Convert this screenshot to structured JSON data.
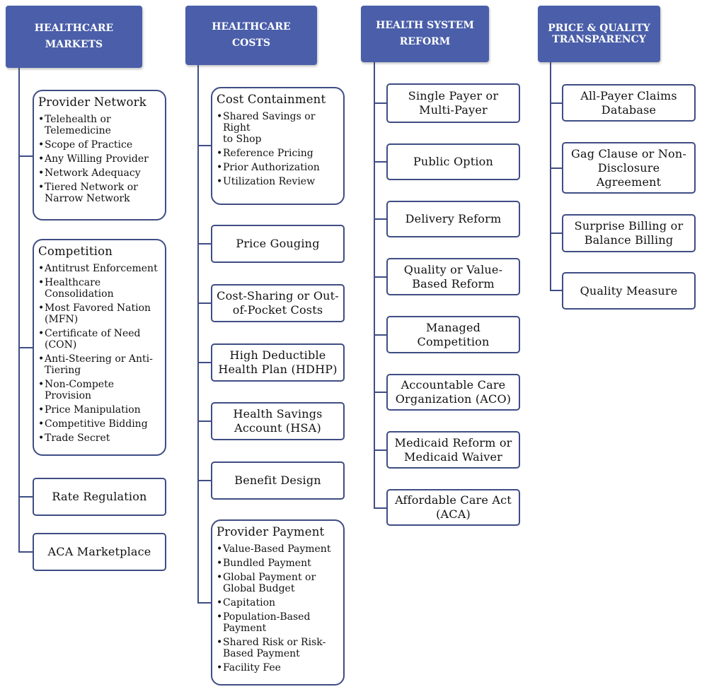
{
  "columns": {
    "markets": {
      "header": "HEALTHCARE\nMARKETS",
      "provider_network": {
        "title": "Provider Network",
        "items": [
          "Telehealth or\nTelemedicine",
          "Scope of Practice",
          "Any Willing Provider",
          "Network Adequacy",
          "Tiered Network or\nNarrow Network"
        ]
      },
      "competition": {
        "title": "Competition",
        "items": [
          "Antitrust Enforcement",
          "Healthcare\nConsolidation",
          "Most Favored Nation\n(MFN)",
          "Certificate of Need\n(CON)",
          "Anti-Steering or Anti-\nTiering",
          "Non-Compete\nProvision",
          "Price Manipulation",
          "Competitive Bidding",
          "Trade Secret"
        ]
      },
      "rate_regulation": "Rate Regulation",
      "aca_marketplace": "ACA Marketplace"
    },
    "costs": {
      "header": "HEALTHCARE\nCOSTS",
      "cost_containment": {
        "title": "Cost Containment",
        "items": [
          "Shared Savings or Right\nto Shop",
          "Reference Pricing",
          "Prior Authorization",
          "Utilization Review"
        ]
      },
      "price_gouging": "Price Gouging",
      "cost_sharing": "Cost-Sharing or Out-\nof-Pocket Costs",
      "hdhp": "High Deductible\nHealth Plan (HDHP)",
      "hsa": "Health Savings\nAccount (HSA)",
      "benefit_design": "Benefit Design",
      "provider_payment": {
        "title": "Provider Payment",
        "items": [
          "Value-Based Payment",
          "Bundled Payment",
          "Global Payment or\nGlobal Budget",
          "Capitation",
          "Population-Based\nPayment",
          "Shared Risk or Risk-\nBased Payment",
          "Facility Fee"
        ]
      }
    },
    "reform": {
      "header": "HEALTH SYSTEM\nREFORM",
      "items": [
        "Single Payer or\nMulti-Payer",
        "Public Option",
        "Delivery Reform",
        "Quality or Value-\nBased Reform",
        "Managed Competition",
        "Accountable Care\nOrganization (ACO)",
        "Medicaid Reform or\nMedicaid Waiver",
        "Affordable Care Act\n(ACA)"
      ]
    },
    "transparency": {
      "header": "PRICE & QUALITY\nTRANSPARENCY",
      "items": [
        "All-Payer Claims\nDatabase",
        "Gag Clause or Non-\nDisclosure\nAgreement",
        "Surprise Billing or\nBalance Billing",
        "Quality Measure"
      ]
    }
  },
  "colors": {
    "header_fill": "#4a5ea9",
    "border": "#3f4d84"
  }
}
